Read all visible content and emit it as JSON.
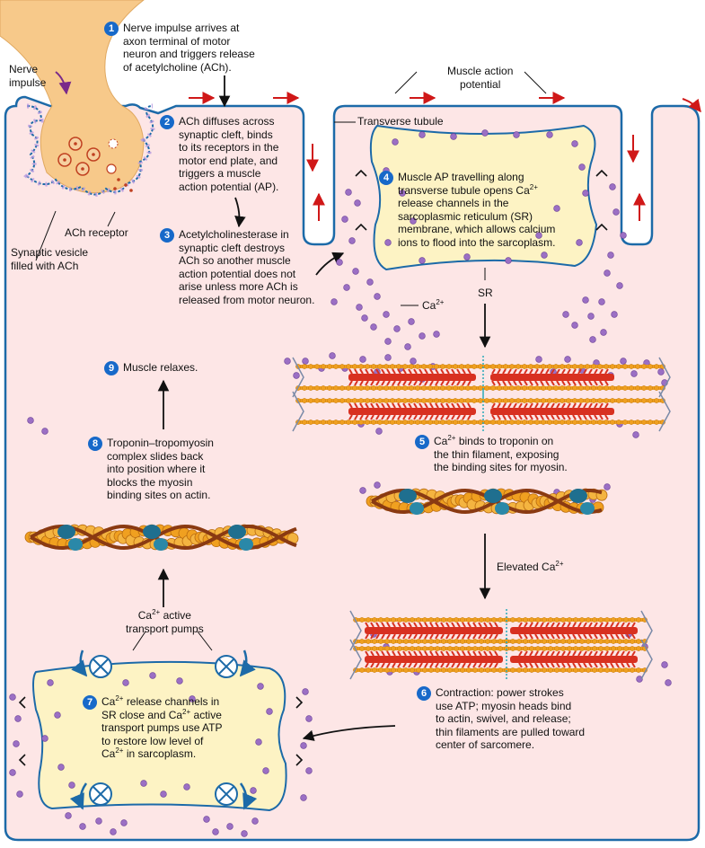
{
  "labels": {
    "nerve_impulse": [
      "Nerve",
      "impulse"
    ],
    "muscle_action_potential": [
      "Muscle action",
      "potential"
    ],
    "transverse_tubule": "Transverse tubule",
    "ach_receptor": "ACh receptor",
    "synaptic_vesicle": [
      "Synaptic vesicle",
      "filled with ACh"
    ],
    "sr": "SR",
    "ca": "Ca",
    "ca_charge": "2+",
    "elevated_ca": "Elevated Ca",
    "pumps": [
      "active",
      "transport pumps"
    ]
  },
  "steps": [
    {
      "num": "1",
      "lines": [
        "Nerve impulse arrives at",
        "axon terminal of motor",
        "neuron and triggers release",
        "of acetylcholine (ACh)."
      ]
    },
    {
      "num": "2",
      "lines": [
        "ACh diffuses across",
        "synaptic cleft, binds",
        "to its receptors in the",
        "motor end plate, and",
        "triggers a muscle",
        "action potential (AP)."
      ]
    },
    {
      "num": "3",
      "lines": [
        "Acetylcholinesterase in",
        "synaptic cleft destroys",
        "ACh so another muscle",
        "action potential does not",
        "arise unless more ACh is",
        "released from motor neuron."
      ]
    },
    {
      "num": "4",
      "lines": [
        "Muscle AP travelling along",
        "transverse tubule opens Ca",
        "release channels in the",
        "sarcoplasmic reticulum (SR)",
        "membrane, which allows calcium",
        "ions to flood into the sarcoplasm."
      ]
    },
    {
      "num": "5",
      "lines": [
        "Ca",
        "binds to troponin on",
        "the thin filament, exposing",
        "the binding sites for myosin."
      ]
    },
    {
      "num": "6",
      "lines": [
        "Contraction: power strokes",
        "use ATP; myosin heads bind",
        "to actin, swivel, and release;",
        "thin filaments are pulled toward",
        "center of sarcomere."
      ]
    },
    {
      "num": "7",
      "lines": [
        "Ca",
        "release channels in",
        "SR close and Ca",
        "active",
        "transport pumps use ATP",
        "to restore low level of",
        "Ca",
        "in sarcoplasm."
      ]
    },
    {
      "num": "8",
      "lines": [
        "Troponin–tropomyosin",
        "complex slides back",
        "into position where it",
        "blocks the myosin",
        "binding sites on actin."
      ]
    },
    {
      "num": "9",
      "lines": [
        "Muscle relaxes."
      ]
    }
  ],
  "colors": {
    "cell": "#fde6e6",
    "membrane": "#1c6aa8",
    "sr_fill": "#fdf3c4",
    "neuron": "#f7c98a",
    "ion": "#9b6fc4",
    "actin": "#f0a020",
    "myosin": "#d83020",
    "troponin": "#1f6f8f",
    "tropomyosin": "#8a3a12",
    "arrow_red": "#d01818",
    "step_badge": "#1769c9"
  }
}
